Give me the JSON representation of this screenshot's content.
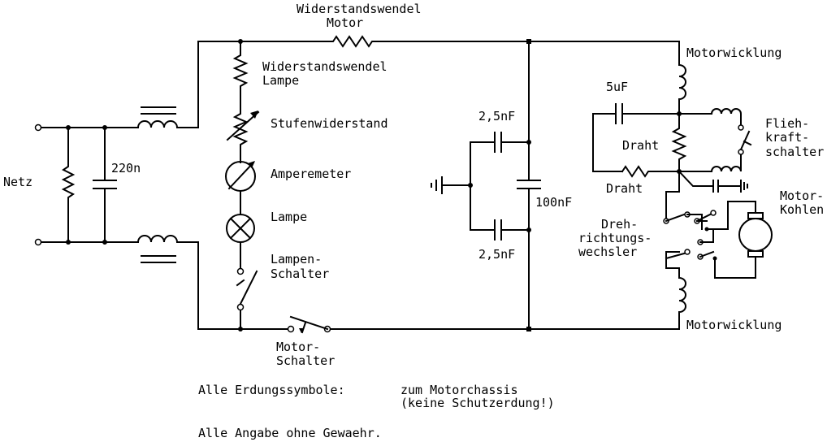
{
  "labels": {
    "widerstandswendel_motor_1": "Widerstandswendel",
    "widerstandswendel_motor_2": "Motor",
    "widerstandswendel_lampe_1": "Widerstandswendel",
    "widerstandswendel_lampe_2": "Lampe",
    "stufenwiderstand": "Stufenwiderstand",
    "amperemeter": "Amperemeter",
    "lampe": "Lampe",
    "lampenschalter_1": "Lampen-",
    "lampenschalter_2": "Schalter",
    "motorschalter_1": "Motor-",
    "motorschalter_2": "Schalter",
    "netz": "Netz",
    "c220n": "220n",
    "c2_5nf_top": "2,5nF",
    "c100nf": "100nF",
    "c2_5nf_bottom": "2,5nF",
    "motorwicklung_top": "Motorwicklung",
    "c5uf": "5uF",
    "draht_1": "Draht",
    "draht_2": "Draht",
    "fliehkraft_1": "Flieh-",
    "fliehkraft_2": "kraft-",
    "fliehkraft_3": "schalter",
    "motorkohlen_1": "Motor-",
    "motorkohlen_2": "Kohlen",
    "drehrichtung_1": "Dreh-",
    "drehrichtung_2": "richtungs-",
    "drehrichtung_3": "wechsler",
    "motorwicklung_bottom": "Motorwicklung"
  },
  "notes": {
    "erdung_label": "Alle Erdungssymbole:",
    "erdung_value_1": "zum Motorchassis",
    "erdung_value_2": "(keine Schutzerdung!)",
    "disclaimer": "Alle Angabe ohne Gewaehr."
  }
}
